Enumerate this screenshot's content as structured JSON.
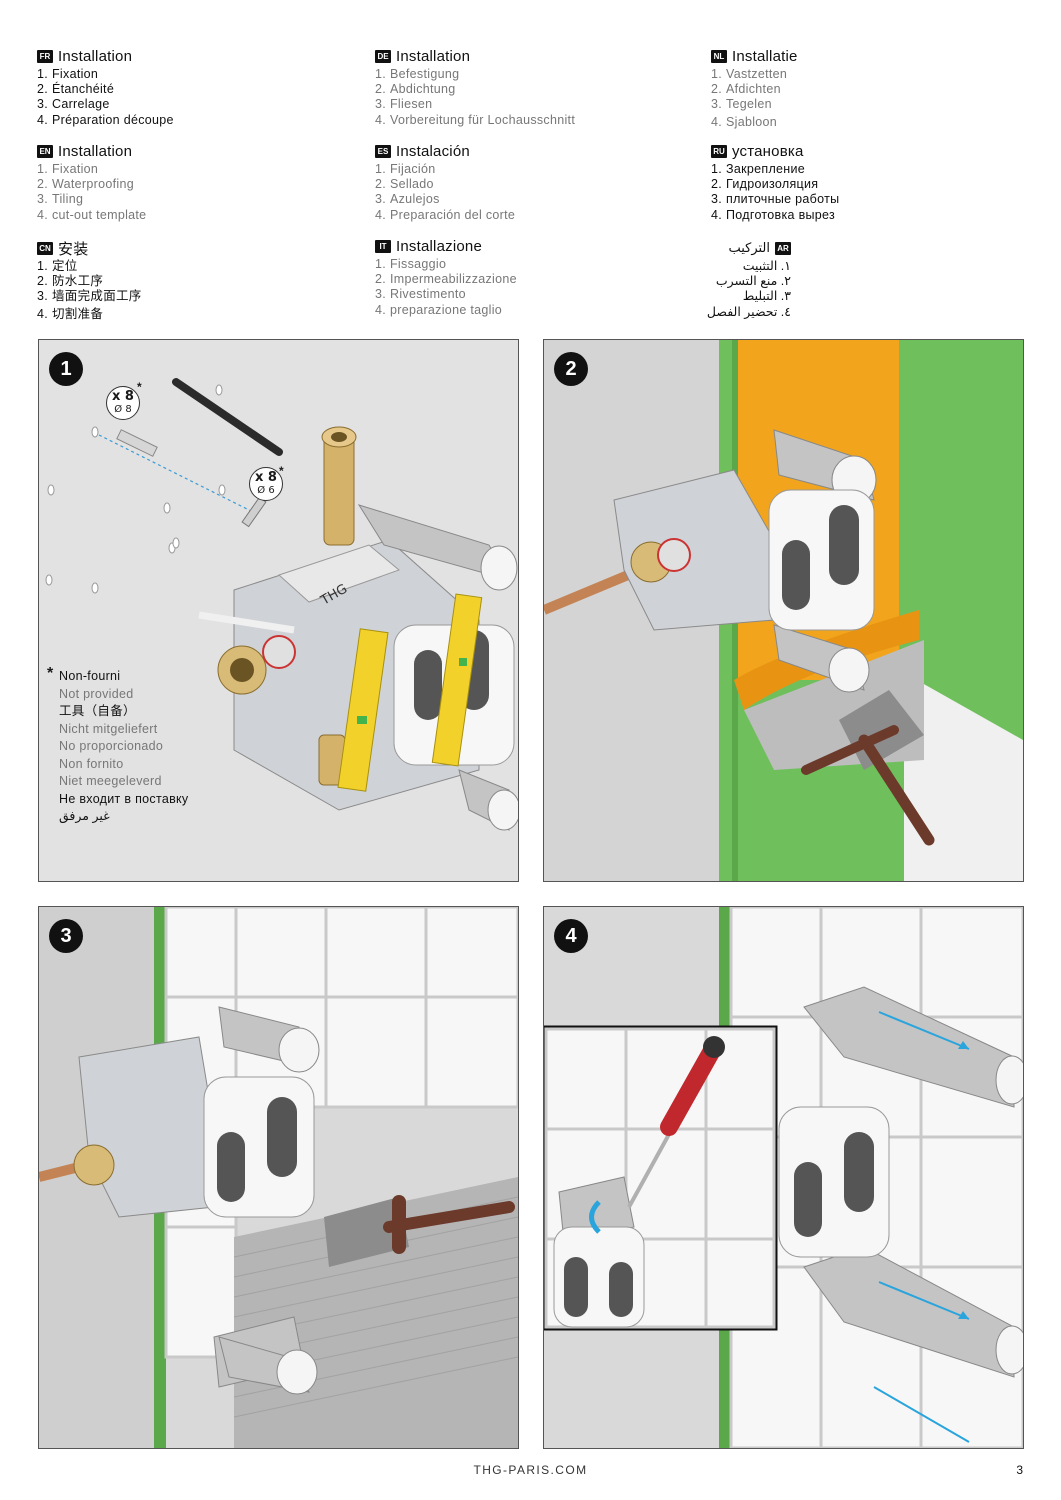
{
  "languages": {
    "fr": {
      "code": "FR",
      "title": "Installation",
      "items": [
        "Fixation",
        "Étanchéité",
        "Carrelage",
        "Préparation découpe"
      ]
    },
    "de": {
      "code": "DE",
      "title": "Installation",
      "items": [
        "Befestigung",
        "Abdichtung",
        "Fliesen",
        "Vorbereitung für Lochausschnitt"
      ]
    },
    "nl": {
      "code": "NL",
      "title": "Installatie",
      "items": [
        "Vastzetten",
        "Afdichten",
        "Tegelen",
        "Sjabloon"
      ]
    },
    "en": {
      "code": "EN",
      "title": "Installation",
      "items": [
        "Fixation",
        "Waterproofing",
        "Tiling",
        "cut-out template"
      ]
    },
    "es": {
      "code": "ES",
      "title": "Instalación",
      "items": [
        "Fijación",
        "Sellado",
        "Azulejos",
        "Preparación del corte"
      ]
    },
    "ru": {
      "code": "RU",
      "title": "установка",
      "items": [
        "Закрепление",
        "Гидроизоляция",
        "плиточные работы",
        "Подготовка вырез"
      ]
    },
    "cn": {
      "code": "CN",
      "title": "安装",
      "items": [
        "定位",
        "防水工序",
        "墙面完成面工序",
        "切割准备"
      ]
    },
    "it": {
      "code": "IT",
      "title": "Installazione",
      "items": [
        "Fissaggio",
        "Impermeabilizzazione",
        "Rivestimento",
        "preparazione taglio"
      ]
    },
    "ar": {
      "code": "AR",
      "title": "التركيب",
      "items": [
        "١. التثبيت",
        "٢. منع التسرب",
        "٣. التبليط",
        "٤. تحضير الفصل"
      ]
    }
  },
  "numbers": [
    "1.",
    "2.",
    "3.",
    "4."
  ],
  "steps": [
    "1",
    "2",
    "3",
    "4"
  ],
  "fixings": {
    "a": {
      "qty": "x 8",
      "dia": "Ø 8",
      "star": "*"
    },
    "b": {
      "qty": "x 8",
      "dia": "Ø 6",
      "star": "*"
    }
  },
  "not_provided": {
    "star": "*",
    "lines": [
      "Non-fourni",
      "Not provided",
      "工具（自备）",
      "Nicht mitgeliefert",
      "No proporcionado",
      "Non fornito",
      "Niet meegeleverd",
      "Не входит в поставку",
      "غير مرفق"
    ]
  },
  "colors": {
    "membrane": "#f2a51c",
    "board": "#6fbf5c",
    "wall": "#d9d9d9",
    "handle": "#6b3a2a",
    "arrow": "#2aa4dc"
  },
  "footer": {
    "site": "THG-PARIS.COM",
    "page": "3"
  }
}
